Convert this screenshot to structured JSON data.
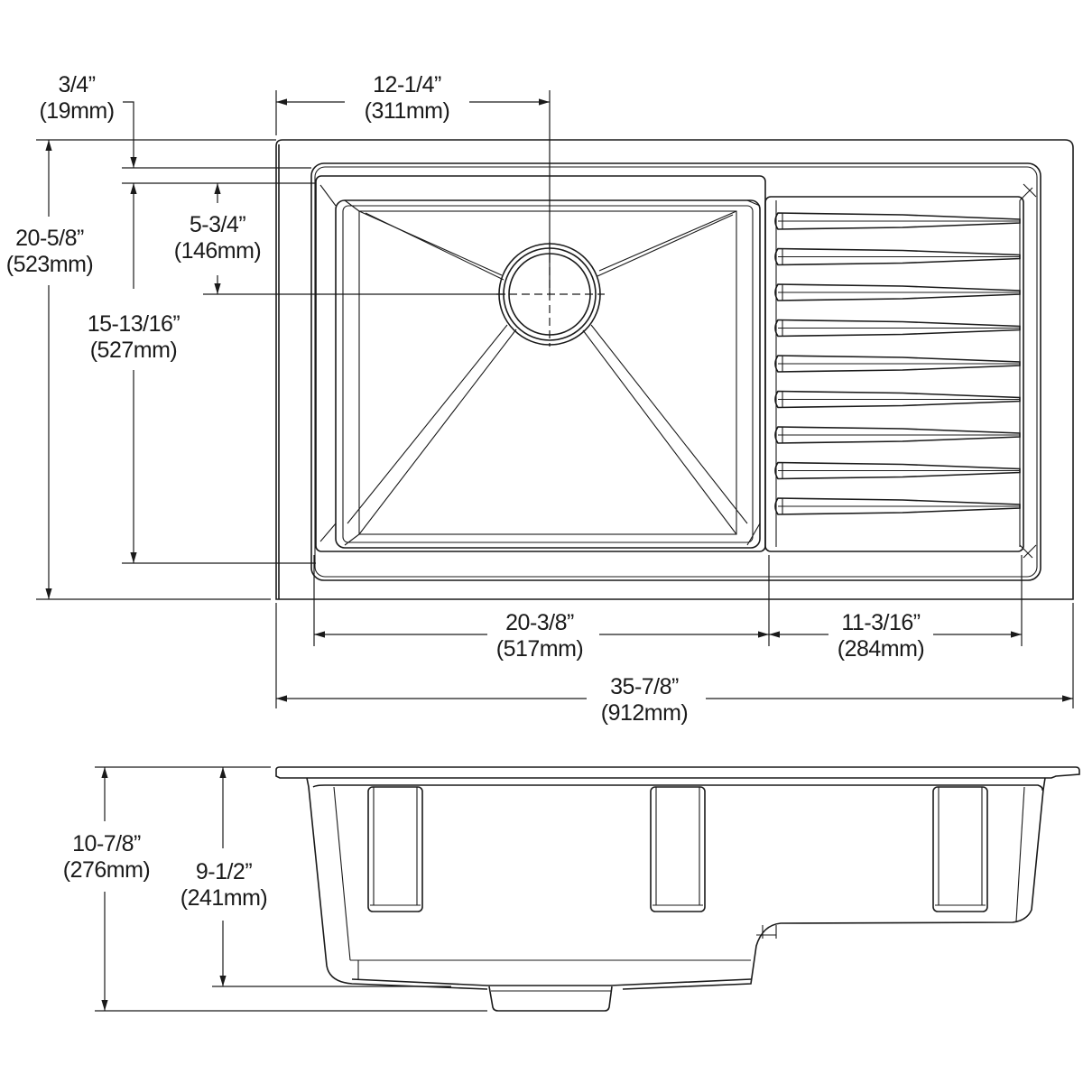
{
  "drawing": {
    "top_view": {
      "dimensions": {
        "deck_offset": {
          "imperial": "3/4”",
          "metric": "(19mm)"
        },
        "drain_offset_x": {
          "imperial": "12-1/4”",
          "metric": "(311mm)"
        },
        "overall_depth": {
          "imperial": "20-5/8”",
          "metric": "(523mm)"
        },
        "drain_offset_y": {
          "imperial": "5-3/4”",
          "metric": "(146mm)"
        },
        "bowl_depth": {
          "imperial": "15-13/16”",
          "metric": "(527mm)"
        },
        "bowl_width": {
          "imperial": "20-3/8”",
          "metric": "(517mm)"
        },
        "drainboard_width": {
          "imperial": "11-3/16”",
          "metric": "(284mm)"
        },
        "overall_width": {
          "imperial": "35-7/8”",
          "metric": "(912mm)"
        }
      },
      "drainboard_ribs": 9
    },
    "side_view": {
      "dimensions": {
        "overall_height": {
          "imperial": "10-7/8”",
          "metric": "(276mm)"
        },
        "bowl_height": {
          "imperial": "9-1/2”",
          "metric": "(241mm)"
        }
      }
    },
    "colors": {
      "line": "#1a1a1a",
      "background": "#ffffff"
    }
  }
}
